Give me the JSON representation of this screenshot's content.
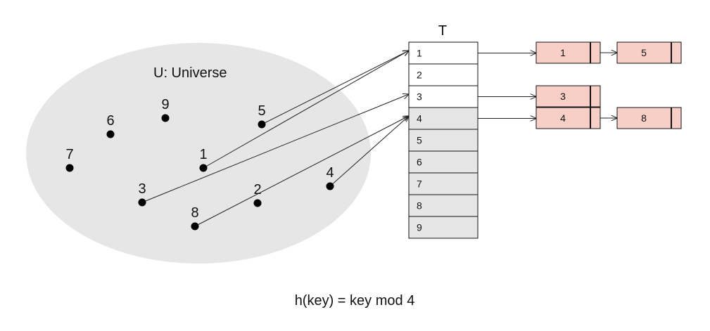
{
  "diagram": {
    "universe_label": "U: Universe",
    "table_label": "T",
    "formula": "h(key) = key mod 4",
    "colors": {
      "universe_fill": "#e6e6e6",
      "slot_fill_white": "#ffffff",
      "slot_fill_gray": "#e6e6e6",
      "node_fill": "#f8cfc6",
      "line": "#222222"
    },
    "keys": [
      {
        "label": "1",
        "target_slot": "1"
      },
      {
        "label": "2",
        "target_slot": null
      },
      {
        "label": "3",
        "target_slot": "3"
      },
      {
        "label": "4",
        "target_slot": "4"
      },
      {
        "label": "5",
        "target_slot": "1"
      },
      {
        "label": "6",
        "target_slot": null
      },
      {
        "label": "7",
        "target_slot": null
      },
      {
        "label": "8",
        "target_slot": "4"
      },
      {
        "label": "9",
        "target_slot": null
      }
    ],
    "slots": [
      {
        "label": "1",
        "shaded": false,
        "chain": [
          "1",
          "5"
        ]
      },
      {
        "label": "2",
        "shaded": false,
        "chain": []
      },
      {
        "label": "3",
        "shaded": false,
        "chain": [
          "3"
        ]
      },
      {
        "label": "4",
        "shaded": true,
        "chain": [
          "4",
          "8"
        ]
      },
      {
        "label": "5",
        "shaded": true,
        "chain": []
      },
      {
        "label": "6",
        "shaded": true,
        "chain": []
      },
      {
        "label": "7",
        "shaded": true,
        "chain": []
      },
      {
        "label": "8",
        "shaded": true,
        "chain": []
      },
      {
        "label": "9",
        "shaded": true,
        "chain": []
      }
    ]
  }
}
